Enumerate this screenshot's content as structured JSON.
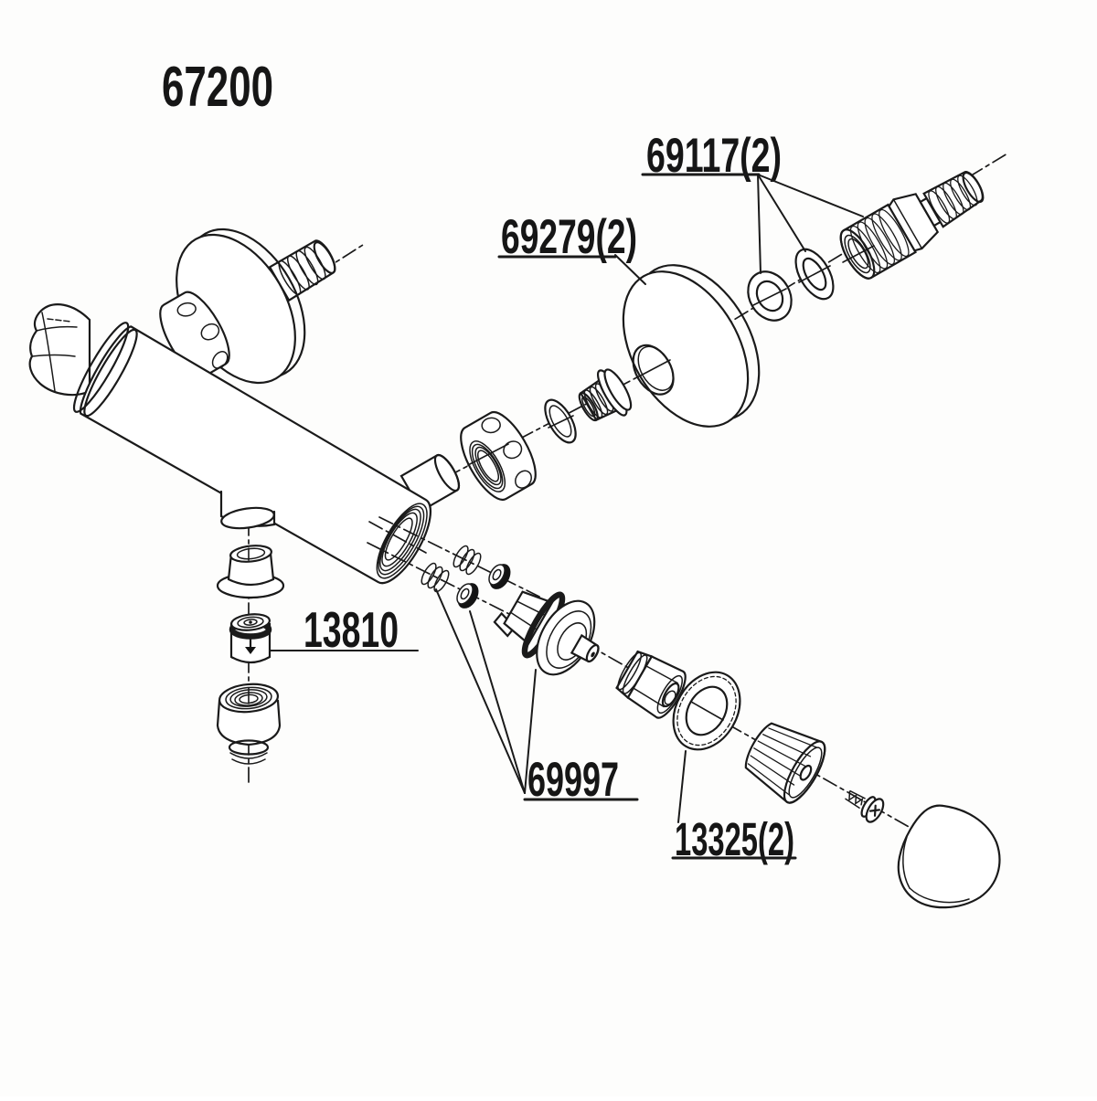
{
  "diagram": {
    "title": "67200",
    "labels": {
      "washers": "69117(2)",
      "escutcheon": "69279(2)",
      "check_valve": "13810",
      "inlet_valves": "69997",
      "handle_washer": "13325(2)"
    }
  }
}
